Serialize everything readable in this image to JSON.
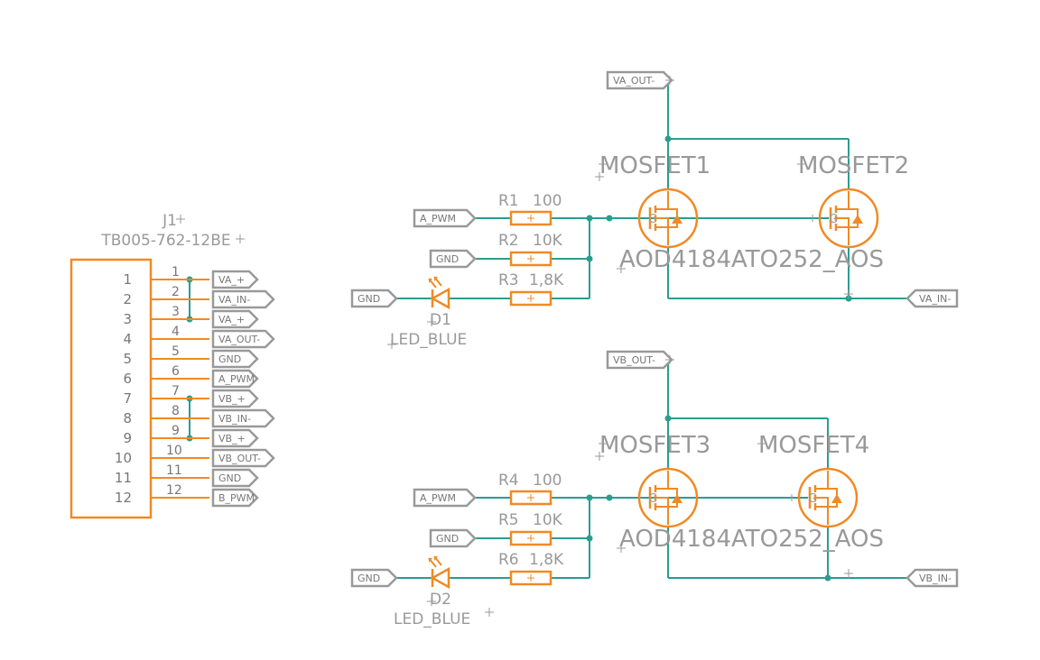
{
  "colors": {
    "wire": "#2a9d8f",
    "part": "#f08a24",
    "label": "#999999",
    "pin_text": "#777777"
  },
  "connector": {
    "ref": "J1",
    "value": "TB005-762-12BE",
    "pins": [
      "1",
      "2",
      "3",
      "4",
      "5",
      "6",
      "7",
      "8",
      "9",
      "10",
      "11",
      "12"
    ],
    "nets": [
      "VA_+",
      "VA_IN-",
      "VA_+",
      "VA_OUT-",
      "GND",
      "A_PWM",
      "VB_+",
      "VB_IN-",
      "VB_+",
      "VB_OUT-",
      "GND",
      "B_PWM"
    ]
  },
  "channels": [
    {
      "out_net": "VA_OUT-",
      "in_net": "VA_IN-",
      "pwm_net": "A_PWM",
      "gnd_net": "GND",
      "led_gnd_net": "GND",
      "mosfet_a": "MOSFET1",
      "mosfet_b": "MOSFET2",
      "mosfet_value": "AOD4184ATO252_AOS",
      "r_gate": {
        "ref": "R1",
        "value": "100"
      },
      "r_pull": {
        "ref": "R2",
        "value": "10K"
      },
      "r_led": {
        "ref": "R3",
        "value": "1,8K"
      },
      "led": {
        "ref": "D1",
        "value": "LED_BLUE"
      },
      "gate_letter": "G",
      "sd_letters": "S"
    },
    {
      "out_net": "VB_OUT-",
      "in_net": "VB_IN-",
      "pwm_net": "A_PWM",
      "gnd_net": "GND",
      "led_gnd_net": "GND",
      "mosfet_a": "MOSFET3",
      "mosfet_b": "MOSFET4",
      "mosfet_value": "AOD4184ATO252_AOS",
      "r_gate": {
        "ref": "R4",
        "value": "100"
      },
      "r_pull": {
        "ref": "R5",
        "value": "10K"
      },
      "r_led": {
        "ref": "R6",
        "value": "1,8K"
      },
      "led": {
        "ref": "D2",
        "value": "LED_BLUE"
      },
      "gate_letter": "G",
      "sd_letters": "S"
    }
  ]
}
